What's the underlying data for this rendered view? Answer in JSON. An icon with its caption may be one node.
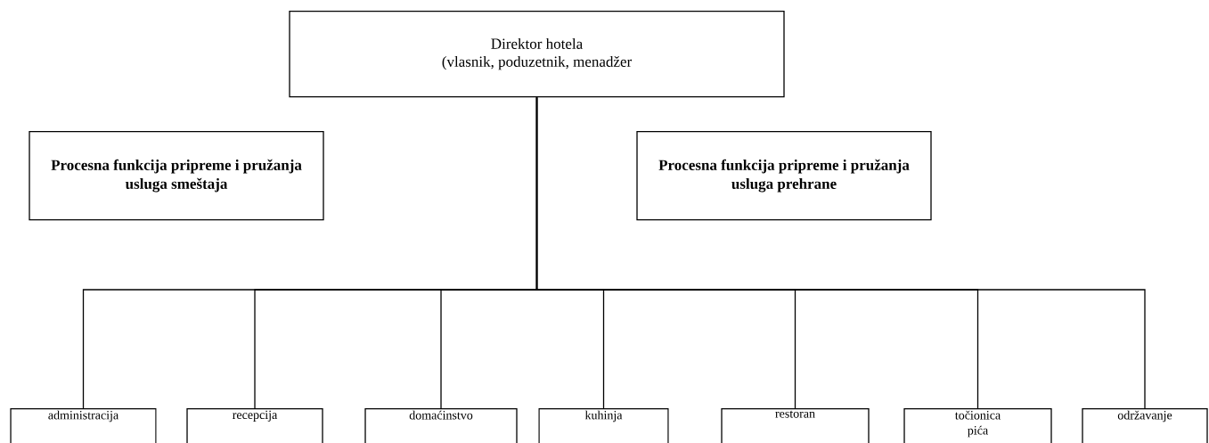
{
  "diagram": {
    "nodes": [
      {
        "text": [
          "Direktor hotela",
          "(vlasnik,  poduzetnik,  menadžer"
        ]
      },
      {
        "text": [
          "Procesna funkcija pripreme i pružanja usluga smeštaja"
        ]
      },
      {
        "text": [
          "Procesna funkcija pripreme i pružanja usluga prehrane"
        ]
      },
      {
        "text": [
          "administracija"
        ]
      },
      {
        "text": [
          "recepcija"
        ]
      },
      {
        "text": [
          "domaćinstvo"
        ]
      },
      {
        "text": [
          "kuhinja"
        ]
      },
      {
        "text": [
          "restoran"
        ]
      },
      {
        "text": [
          "točionica pića"
        ]
      },
      {
        "text": [
          "održavanje"
        ]
      }
    ],
    "edges": [
      {
        "from": 0,
        "to": 3,
        "arrow": "none"
      },
      {
        "from": 0,
        "to": 4,
        "arrow": "none"
      },
      {
        "from": 0,
        "to": 5,
        "arrow": "none"
      },
      {
        "from": 0,
        "to": 6,
        "arrow": "none"
      },
      {
        "from": 0,
        "to": 7,
        "arrow": "none"
      },
      {
        "from": 0,
        "to": 8,
        "arrow": "none"
      },
      {
        "from": 0,
        "to": 9,
        "arrow": "none"
      }
    ]
  }
}
